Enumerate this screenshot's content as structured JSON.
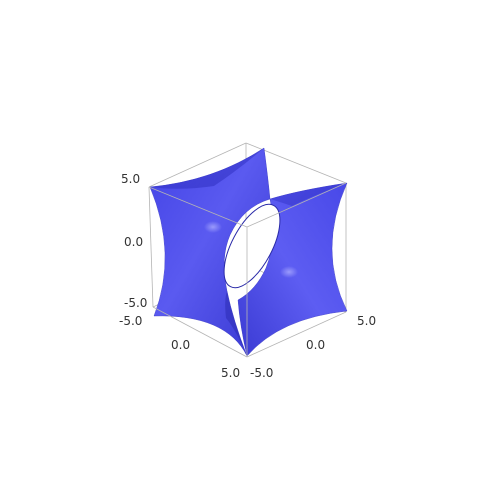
{
  "chart_data": {
    "type": "surface3d",
    "x_range": [
      -5.0,
      5.0
    ],
    "y_range": [
      -5.0,
      5.0
    ],
    "z_range": [
      -5.0,
      5.0
    ],
    "surface_color": "#4f4fe8",
    "box_color": "#b4b4b4",
    "ticks": {
      "z_top": "5.0",
      "z_mid": "0.0",
      "z_bottom": "-5.0",
      "x_start": "-5.0",
      "x_mid": "0.0",
      "x_end": "5.0",
      "y_start": "-5.0",
      "y_mid": "0.0",
      "y_end": "5.0"
    }
  }
}
